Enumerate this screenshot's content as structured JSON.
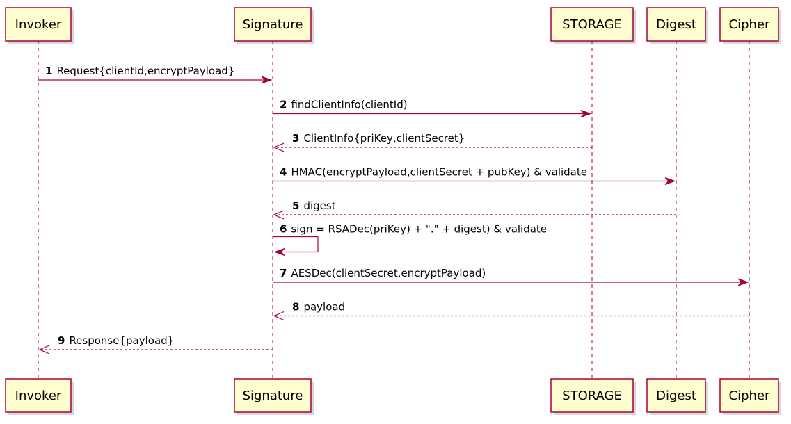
{
  "diagram": {
    "colors": {
      "box_fill": "#FEFECE",
      "border": "#A80036",
      "text": "#000000"
    },
    "participants": [
      {
        "id": "invoker",
        "name": "Invoker"
      },
      {
        "id": "signature",
        "name": "Signature"
      },
      {
        "id": "storage",
        "name": "STORAGE"
      },
      {
        "id": "digest",
        "name": "Digest"
      },
      {
        "id": "cipher",
        "name": "Cipher"
      }
    ],
    "messages": [
      {
        "num": "1",
        "text": "Request{clientId,encryptPayload}",
        "from": "invoker",
        "to": "signature",
        "style": "solid"
      },
      {
        "num": "2",
        "text": "findClientInfo(clientId)",
        "from": "signature",
        "to": "storage",
        "style": "solid"
      },
      {
        "num": "3",
        "text": "ClientInfo{priKey,clientSecret}",
        "from": "storage",
        "to": "signature",
        "style": "dashed"
      },
      {
        "num": "4",
        "text": "HMAC(encryptPayload,clientSecret + pubKey) & validate",
        "from": "signature",
        "to": "digest",
        "style": "solid"
      },
      {
        "num": "5",
        "text": "digest",
        "from": "digest",
        "to": "signature",
        "style": "dashed"
      },
      {
        "num": "6",
        "text": "sign = RSADec(priKey) + \".\" + digest) & validate",
        "from": "signature",
        "to": "signature",
        "style": "solid"
      },
      {
        "num": "7",
        "text": "AESDec(clientSecret,encryptPayload)",
        "from": "signature",
        "to": "cipher",
        "style": "solid"
      },
      {
        "num": "8",
        "text": "payload",
        "from": "cipher",
        "to": "signature",
        "style": "dashed"
      },
      {
        "num": "9",
        "text": "Response{payload}",
        "from": "signature",
        "to": "invoker",
        "style": "dashed"
      }
    ]
  }
}
